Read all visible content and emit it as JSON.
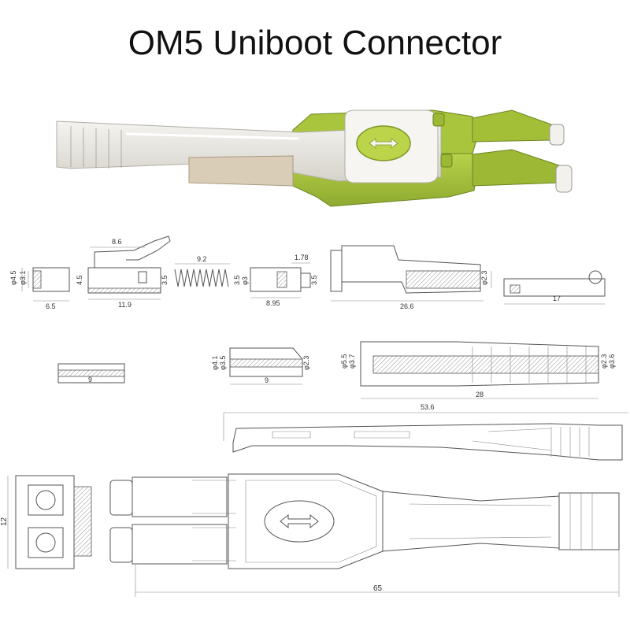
{
  "title": "OM5 Uniboot Connector",
  "colors": {
    "housing_green": "#a7c43c",
    "housing_dark": "#7f9a2a",
    "boot_white": "#eceae4",
    "line": "#555555"
  },
  "icons": {
    "arrow": "double-arrow-icon"
  },
  "dimensions": {
    "ferrule_dia_outer": "φ4.5",
    "ferrule_dia_inner": "φ3.1",
    "ferrule_len": "6.5",
    "latch_len": "8.6",
    "housing_h": "4.5",
    "housing_dia": "3.5",
    "housing_len": "11.9",
    "spring_len": "9.2",
    "body_flange": "1.78",
    "body_h": "3.5",
    "body_dia": "φ3",
    "body_dia2": "3.5",
    "body_len": "8.95",
    "clip_dia": "φ2.3",
    "clip_len": "26.6",
    "cap_len": "17",
    "tube_len": "9",
    "crimp_d1": "φ4.1",
    "crimp_d2": "φ3.5",
    "crimp_d3": "φ2.3",
    "crimp_len": "9",
    "boot_d1": "φ5.5",
    "boot_d2": "φ3.7",
    "boot_d3": "φ2.3",
    "boot_d4": "φ3.6",
    "boot_len": "28",
    "side_len": "53.6",
    "assy_h": "12",
    "assy_len": "65"
  }
}
